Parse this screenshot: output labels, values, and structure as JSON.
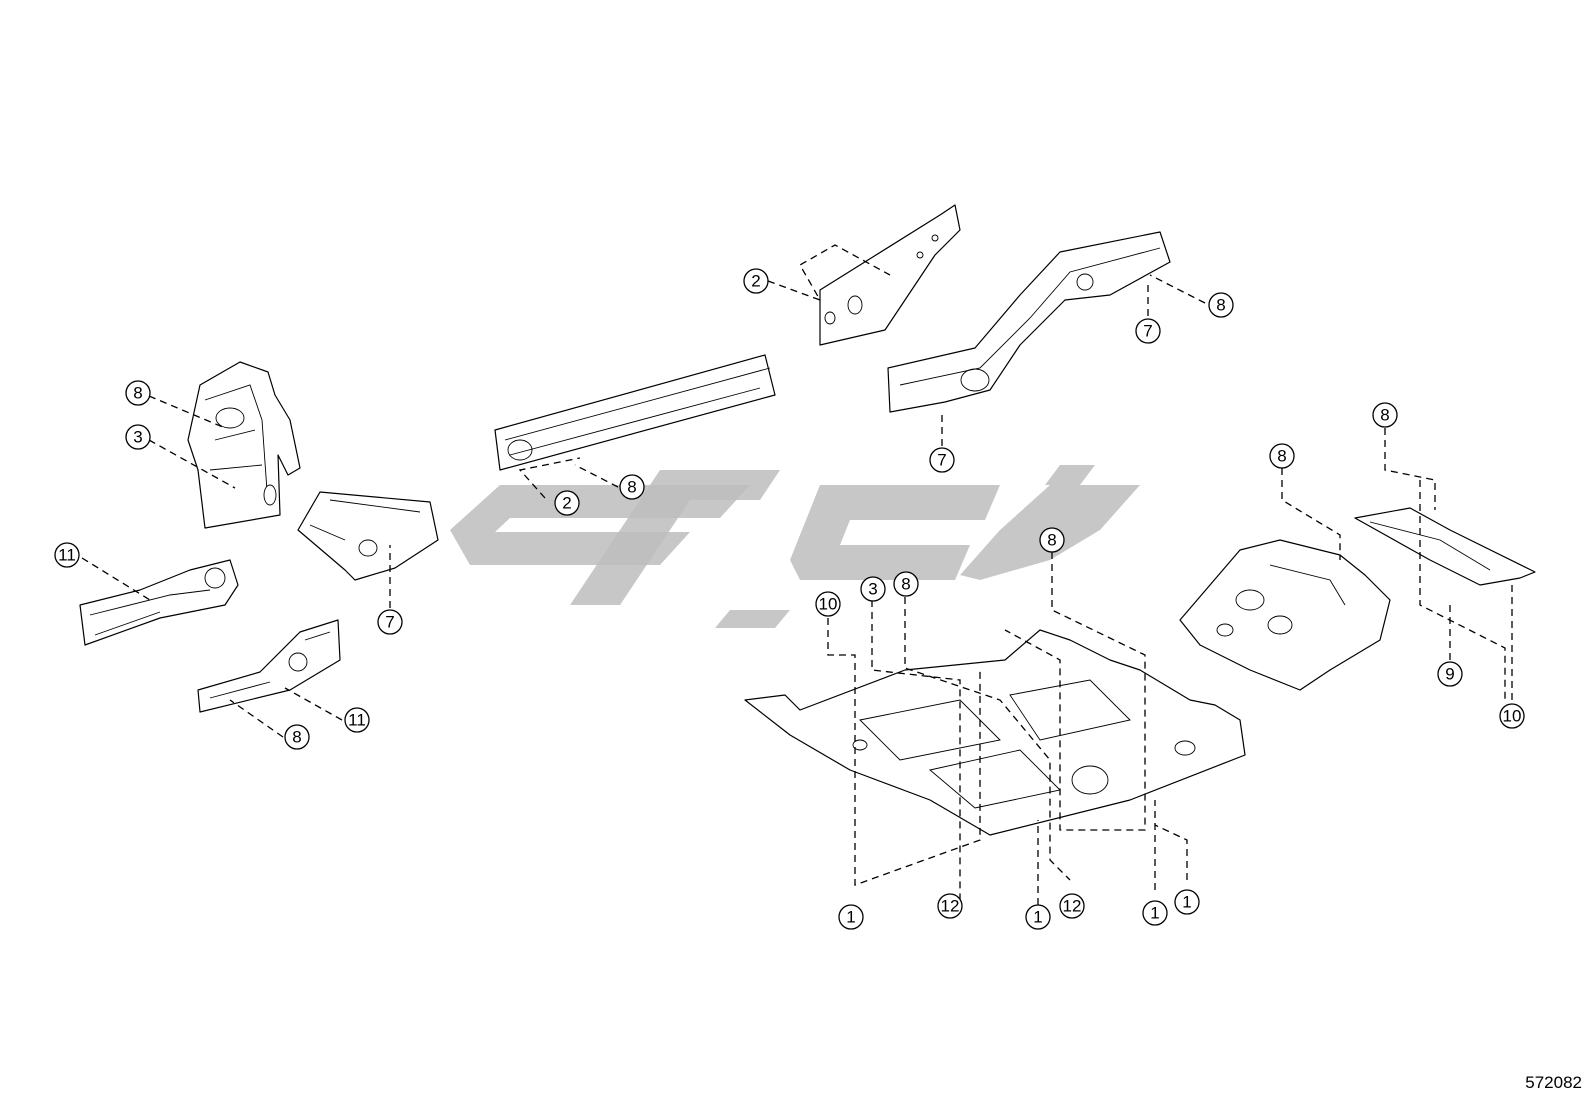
{
  "diagram": {
    "diagram_id": "572082",
    "watermark_logo": "watermark-logo",
    "callouts": [
      {
        "name": "callout-8",
        "label": "8"
      },
      {
        "name": "callout-3",
        "label": "3"
      },
      {
        "name": "callout-11",
        "label": "11"
      },
      {
        "name": "callout-11",
        "label": "11"
      },
      {
        "name": "callout-8",
        "label": "8"
      },
      {
        "name": "callout-7",
        "label": "7"
      },
      {
        "name": "callout-2",
        "label": "2"
      },
      {
        "name": "callout-8",
        "label": "8"
      },
      {
        "name": "callout-2",
        "label": "2"
      },
      {
        "name": "callout-8",
        "label": "8"
      },
      {
        "name": "callout-7",
        "label": "7"
      },
      {
        "name": "callout-7",
        "label": "7"
      },
      {
        "name": "callout-8",
        "label": "8"
      },
      {
        "name": "callout-10",
        "label": "10"
      },
      {
        "name": "callout-3",
        "label": "3"
      },
      {
        "name": "callout-8",
        "label": "8"
      },
      {
        "name": "callout-1",
        "label": "1"
      },
      {
        "name": "callout-12",
        "label": "12"
      },
      {
        "name": "callout-1",
        "label": "1"
      },
      {
        "name": "callout-12",
        "label": "12"
      },
      {
        "name": "callout-1",
        "label": "1"
      },
      {
        "name": "callout-1",
        "label": "1"
      },
      {
        "name": "callout-8",
        "label": "8"
      },
      {
        "name": "callout-8",
        "label": "8"
      },
      {
        "name": "callout-9",
        "label": "9"
      },
      {
        "name": "callout-10",
        "label": "10"
      }
    ]
  }
}
